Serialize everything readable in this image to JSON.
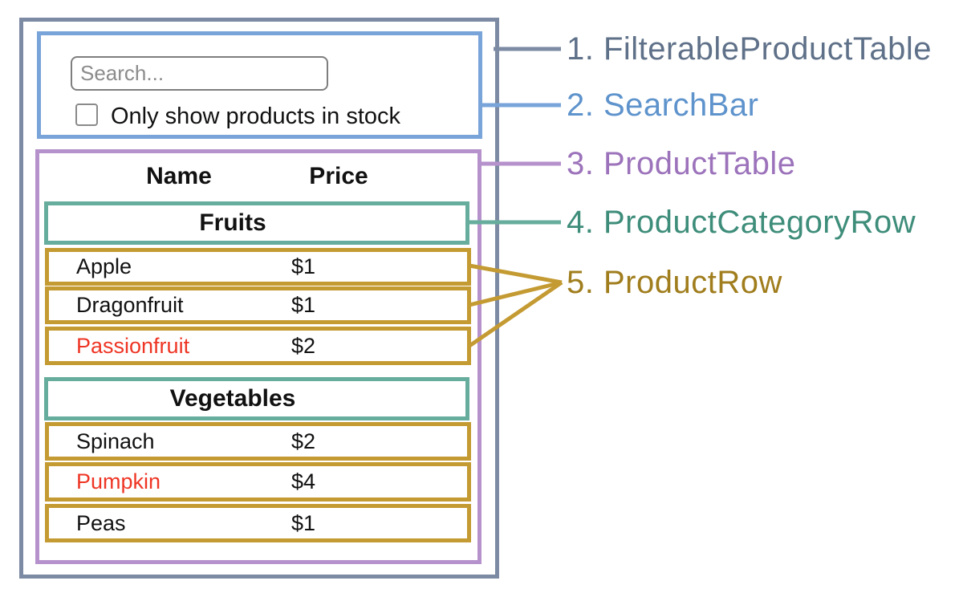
{
  "legend": {
    "items": [
      {
        "label": "1. FilterableProductTable",
        "color": "#5f7189"
      },
      {
        "label": "2. SearchBar",
        "color": "#5e93cc"
      },
      {
        "label": "3. ProductTable",
        "color": "#9c73bb"
      },
      {
        "label": "4. ProductCategoryRow",
        "color": "#3e8d7a"
      },
      {
        "label": "5. ProductRow",
        "color": "#a07d1d"
      }
    ]
  },
  "component_colors": {
    "filterable_product_table_border": "#7c8aa3",
    "search_bar_border": "#79a4d9",
    "product_table_border": "#b692cc",
    "product_category_row_border": "#67ad9d",
    "product_row_border": "#c49a32",
    "out_of_stock_text": "#ee3524"
  },
  "search_bar": {
    "placeholder": "Search...",
    "checkbox_label": "Only show products in stock",
    "checkbox_checked": false
  },
  "product_table": {
    "headers": {
      "name": "Name",
      "price": "Price"
    },
    "sections": [
      {
        "category": "Fruits",
        "rows": [
          {
            "name": "Apple",
            "price": "$1",
            "name_red": false
          },
          {
            "name": "Dragonfruit",
            "price": "$1",
            "name_red": false
          },
          {
            "name": "Passionfruit",
            "price": "$2",
            "name_red": true
          }
        ]
      },
      {
        "category": "Vegetables",
        "rows": [
          {
            "name": "Spinach",
            "price": "$2",
            "name_red": false
          },
          {
            "name": "Pumpkin",
            "price": "$4",
            "name_red": true
          },
          {
            "name": "Peas",
            "price": "$1",
            "name_red": false
          }
        ]
      }
    ]
  }
}
